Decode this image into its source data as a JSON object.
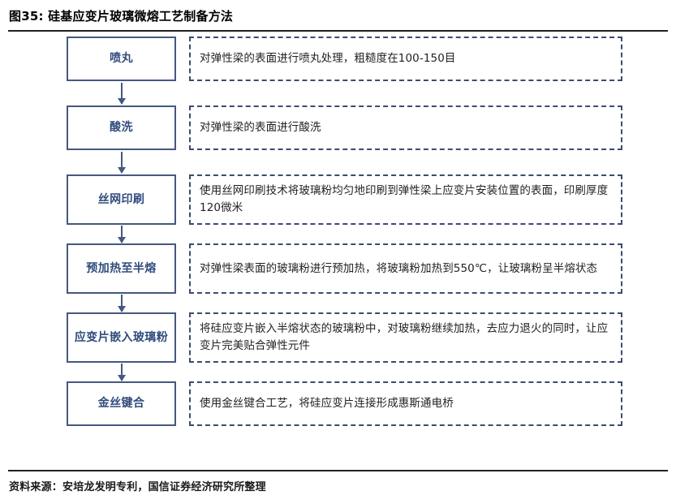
{
  "figure": {
    "title": "图35: 硅基应变片玻璃微熔工艺制备方法",
    "source": "资料来源：安培龙发明专利，国信证券经济研究所整理",
    "accent_color": "#2f4b7c",
    "box_border_color": "#45587f",
    "dashed_border_color": "#3c4c6e",
    "rule_color": "#231f20",
    "steps": [
      {
        "label": "喷丸",
        "description": "对弹性梁的表面进行喷丸处理，粗糙度在100-150目"
      },
      {
        "label": "酸洗",
        "description": "对弹性梁的表面进行酸洗"
      },
      {
        "label": "丝网印刷",
        "description": "使用丝网印刷技术将玻璃粉均匀地印刷到弹性梁上应变片安装位置的表面，印刷厚度120微米"
      },
      {
        "label": "预加热至半熔",
        "description": "对弹性梁表面的玻璃粉进行预加热，将玻璃粉加热到550℃，让玻璃粉呈半熔状态"
      },
      {
        "label": "应变片嵌入玻璃粉",
        "description": "将硅应变片嵌入半熔状态的玻璃粉中，对玻璃粉继续加热，去应力退火的同时，让应变片完美贴合弹性元件"
      },
      {
        "label": "金丝键合",
        "description": "使用金丝键合工艺，将硅应变片连接形成惠斯通电桥"
      }
    ]
  }
}
